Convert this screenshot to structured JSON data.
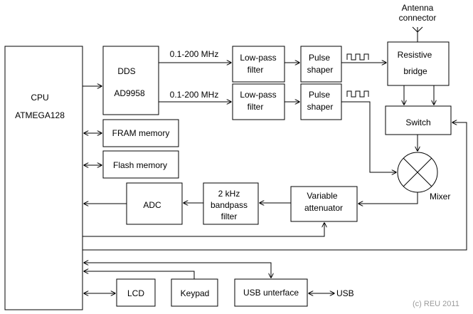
{
  "blocks": {
    "cpu": [
      "CPU",
      "ATMEGA128"
    ],
    "dds": [
      "DDS",
      "AD9958"
    ],
    "lpf1": [
      "Low-pass",
      "filter"
    ],
    "lpf2": [
      "Low-pass",
      "filter"
    ],
    "shaper1": [
      "Pulse",
      "shaper"
    ],
    "shaper2": [
      "Pulse",
      "shaper"
    ],
    "bridge": [
      "Resistive",
      "bridge"
    ],
    "switch": "Switch",
    "fram": "FRAM memory",
    "flash": "Flash memory",
    "adc": "ADC",
    "bandpass": [
      "2 kHz",
      "bandpass",
      "filter"
    ],
    "attenuator": [
      "Variable",
      "attenuator"
    ],
    "lcd": "LCD",
    "keypad": "Keypad",
    "usb_if": "USB unterface"
  },
  "labels": {
    "freq_top": "0.1-200 MHz",
    "freq_bottom": "0.1-200 MHz",
    "antenna": [
      "Antenna",
      "connector"
    ],
    "mixer": "Mixer",
    "usb": "USB",
    "copyright": "(c) REU 2011"
  }
}
